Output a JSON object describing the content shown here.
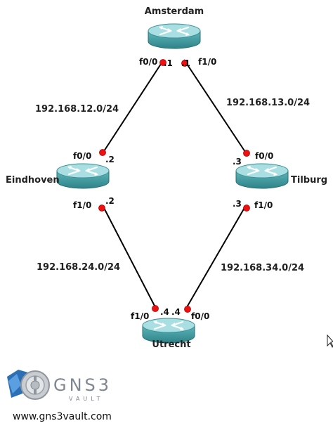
{
  "routers": {
    "amsterdam": {
      "name": "Amsterdam"
    },
    "eindhoven": {
      "name": "Eindhoven"
    },
    "tilburg": {
      "name": "Tilburg"
    },
    "utrecht": {
      "name": "Utrecht"
    }
  },
  "links": {
    "ams_ein": {
      "network": "192.168.12.0/24",
      "a_if": "f0/0",
      "a_ip": ".1",
      "b_if": "f0/0",
      "b_ip": ".2"
    },
    "ams_til": {
      "network": "192.168.13.0/24",
      "a_if": "f1/0",
      "a_ip": ".1",
      "b_if": "f0/0",
      "b_ip": ".3"
    },
    "ein_utr": {
      "network": "192.168.24.0/24",
      "a_if": "f1/0",
      "a_ip": ".2",
      "b_if": "f1/0",
      "b_ip": ".4"
    },
    "til_utr": {
      "network": "192.168.34.0/24",
      "a_if": "f1/0",
      "a_ip": ".3",
      "b_if": "f0/0",
      "b_ip": ".4"
    }
  },
  "branding": {
    "title": "GNS3",
    "subtitle": "VAULT",
    "url": "www.gns3vault.com"
  },
  "colors": {
    "router_body": "#3f9fa3",
    "router_top": "#a8dde0",
    "link": "#000000",
    "interface_dot": "#ee1111"
  },
  "icons": {
    "router": "router-icon",
    "logo": "gns3-logo-icon",
    "cursor": "cursor-icon"
  }
}
